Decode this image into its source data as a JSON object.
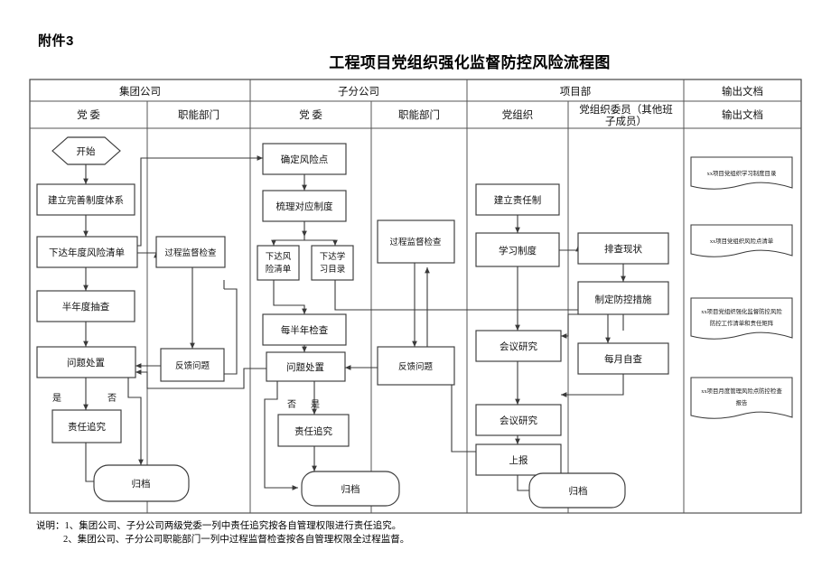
{
  "attachment_label": "附件3",
  "title": "工程项目党组织强化监督防控风险流程图",
  "table": {
    "group_headers": [
      {
        "label": "集团公司"
      },
      {
        "label": "子分公司"
      },
      {
        "label": "项目部"
      },
      {
        "label": "输出文档"
      }
    ],
    "column_headers": [
      {
        "label": "党  委"
      },
      {
        "label": "职能部门"
      },
      {
        "label": "党  委"
      },
      {
        "label": "职能部门"
      },
      {
        "label": "党组织"
      },
      {
        "label": "党组织委员（其他班",
        "label2": "子成员）"
      },
      {
        "label": "输出文档"
      }
    ]
  },
  "nodes": {
    "c1_start": "开始",
    "c1_a": "建立完善制度体系",
    "c1_b": "下达年度风险清单",
    "c1_c": "半年度抽查",
    "c1_d": "问题处置",
    "c1_yes": "是",
    "c1_no": "否",
    "c1_e": "责任追究",
    "c1_f": "归档",
    "c2_a": "过程监督检查",
    "c2_b": "反馈问题",
    "c3_a": "确定风险点",
    "c3_b": "梳理对应制度",
    "c3_c1_l1": "下达风",
    "c3_c1_l2": "险清单",
    "c3_c2_l1": "下达学",
    "c3_c2_l2": "习目录",
    "c3_d": "每半年检查",
    "c3_e": "问题处置",
    "c3_no": "否",
    "c3_yes": "是",
    "c3_f": "责任追究",
    "c3_g": "归档",
    "c4_a": "过程监督检查",
    "c4_b": "反馈问题",
    "c5_a": "建立责任制",
    "c5_b": "学习制度",
    "c5_c": "会议研究",
    "c5_d": "会议研究",
    "c5_e": "上报",
    "c5_f": "归档",
    "c6_a": "排查现状",
    "c6_b": "制定防控措施",
    "c6_c": "每月自查"
  },
  "output_docs": [
    {
      "lines": [
        "xx项目党组织学习制度目录"
      ]
    },
    {
      "lines": [
        "xx项目党组织风险点清单"
      ]
    },
    {
      "lines": [
        "xx项目党组织强化监督防控风险",
        "防控工作清单和责任矩阵"
      ]
    },
    {
      "lines": [
        "xx项目月度管理风险点防控检查",
        "报告"
      ]
    }
  ],
  "footer": {
    "line1": "说明：1、集团公司、子分公司两级党委一列中责任追究按各自管理权限进行责任追究。",
    "line2": "2、集团公司、子分公司职能部门一列中过程监督检查按各自管理权限全过程监督。"
  }
}
